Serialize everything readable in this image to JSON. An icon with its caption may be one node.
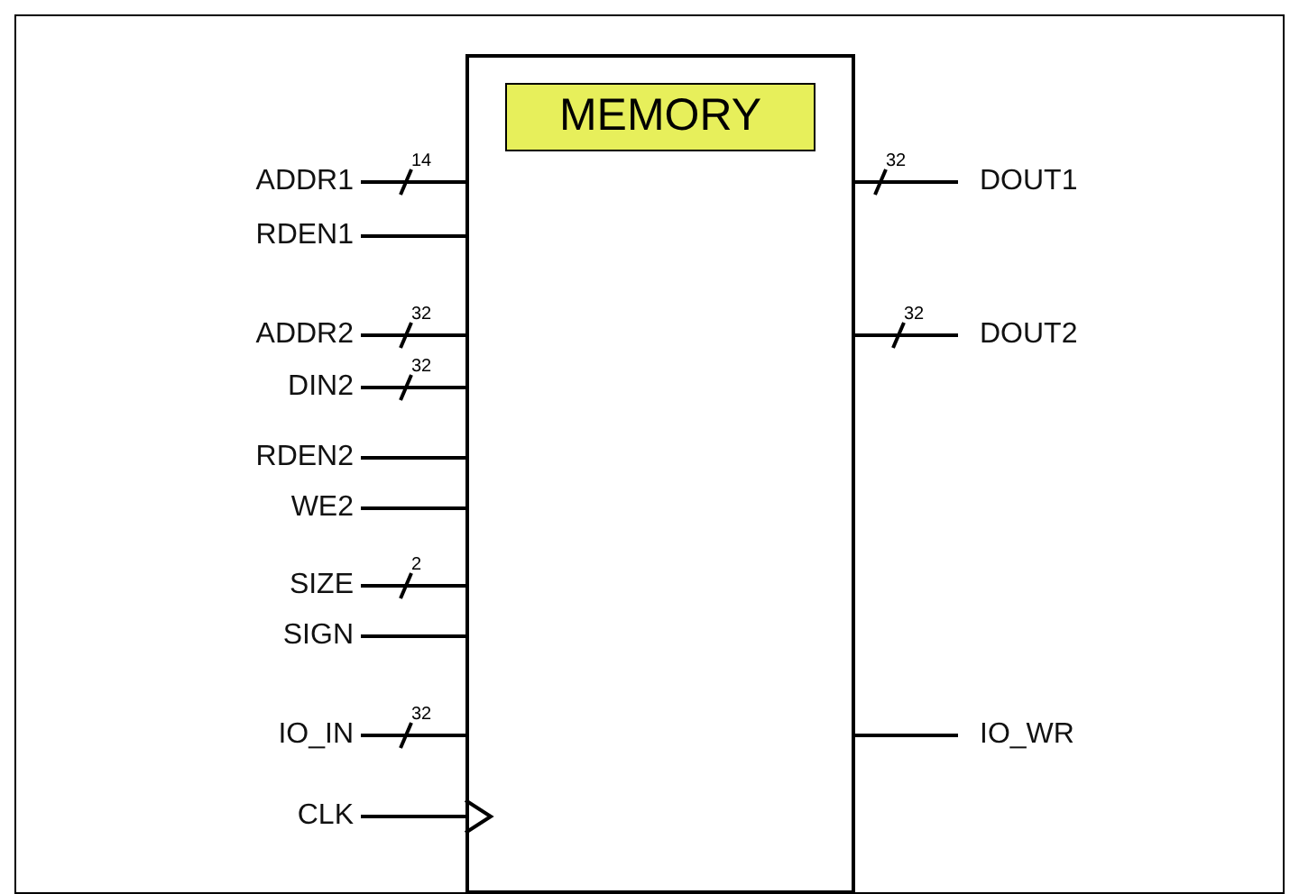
{
  "diagram": {
    "nodes": [
      {
        "text": [],
        "shape": "box"
      },
      {
        "text": [
          "MEMORY"
        ],
        "in": 0
      },
      {
        "text": [
          "ADDR1"
        ]
      },
      {
        "text": [
          "RDEN1"
        ]
      },
      {
        "text": [
          "ADDR2"
        ]
      },
      {
        "text": [
          "DIN2"
        ]
      },
      {
        "text": [
          "RDEN2"
        ]
      },
      {
        "text": [
          "WE2"
        ]
      },
      {
        "text": [
          "SIZE"
        ]
      },
      {
        "text": [
          "SIGN"
        ]
      },
      {
        "text": [
          "IO_IN"
        ]
      },
      {
        "text": [
          "CLK"
        ]
      },
      {
        "text": [
          "DOUT1"
        ]
      },
      {
        "text": [
          "DOUT2"
        ]
      },
      {
        "text": [
          "IO_WR"
        ]
      }
    ],
    "edges": [
      {
        "from": 2,
        "to": 0,
        "arrow": "none",
        "label": "14"
      },
      {
        "from": 3,
        "to": 0,
        "arrow": "none"
      },
      {
        "from": 4,
        "to": 0,
        "arrow": "none",
        "label": "32"
      },
      {
        "from": 5,
        "to": 0,
        "arrow": "none",
        "label": "32"
      },
      {
        "from": 6,
        "to": 0,
        "arrow": "none"
      },
      {
        "from": 7,
        "to": 0,
        "arrow": "none"
      },
      {
        "from": 8,
        "to": 0,
        "arrow": "none",
        "label": "2"
      },
      {
        "from": 9,
        "to": 0,
        "arrow": "none"
      },
      {
        "from": 10,
        "to": 0,
        "arrow": "none",
        "label": "32"
      },
      {
        "from": 11,
        "to": 0,
        "arrow": "to"
      },
      {
        "from": 0,
        "to": 12,
        "arrow": "none",
        "label": "32"
      },
      {
        "from": 0,
        "to": 13,
        "arrow": "none",
        "label": "32"
      },
      {
        "from": 0,
        "to": 14,
        "arrow": "none"
      }
    ]
  }
}
